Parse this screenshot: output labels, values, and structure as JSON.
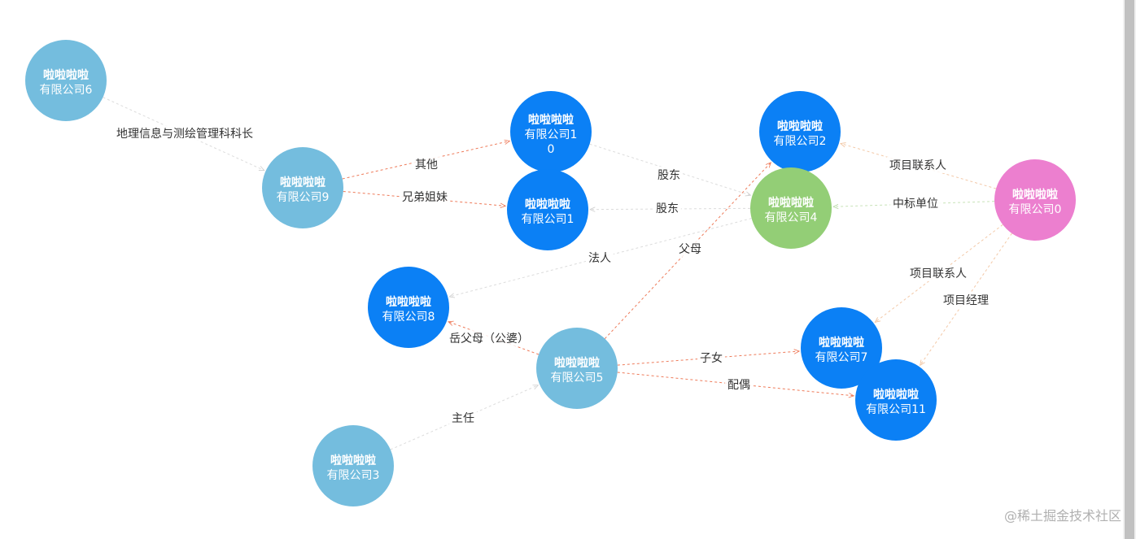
{
  "colors": {
    "node_light": "#74bdde",
    "node_blue": "#0b80f5",
    "node_green": "#93ce76",
    "node_pink": "#ec7fcf",
    "edge_red": "#ee7b5a",
    "edge_pale": "#dcdcdc",
    "edge_green": "#c8e3b8",
    "edge_pink": "#f3c9a8"
  },
  "nodes": [
    {
      "id": "n6",
      "line1": "啦啦啦啦",
      "line2": "有限公司6",
      "line3": "",
      "color": "node_light"
    },
    {
      "id": "n9",
      "line1": "啦啦啦啦",
      "line2": "有限公司9",
      "line3": "",
      "color": "node_light"
    },
    {
      "id": "n10",
      "line1": "啦啦啦啦",
      "line2": "有限公司1",
      "line3": "0",
      "color": "node_blue"
    },
    {
      "id": "n1",
      "line1": "啦啦啦啦",
      "line2": "有限公司1",
      "line3": "",
      "color": "node_blue"
    },
    {
      "id": "n2",
      "line1": "啦啦啦啦",
      "line2": "有限公司2",
      "line3": "",
      "color": "node_blue"
    },
    {
      "id": "n4",
      "line1": "啦啦啦啦",
      "line2": "有限公司4",
      "line3": "",
      "color": "node_green"
    },
    {
      "id": "n0",
      "line1": "啦啦啦啦",
      "line2": "有限公司0",
      "line3": "",
      "color": "node_pink"
    },
    {
      "id": "n8",
      "line1": "啦啦啦啦",
      "line2": "有限公司8",
      "line3": "",
      "color": "node_blue"
    },
    {
      "id": "n5",
      "line1": "啦啦啦啦",
      "line2": "有限公司5",
      "line3": "",
      "color": "node_light"
    },
    {
      "id": "n7",
      "line1": "啦啦啦啦",
      "line2": "有限公司7",
      "line3": "",
      "color": "node_blue"
    },
    {
      "id": "n11",
      "line1": "啦啦啦啦",
      "line2": "有限公司11",
      "line3": "",
      "color": "node_blue"
    },
    {
      "id": "n3",
      "line1": "啦啦啦啦",
      "line2": "有限公司3",
      "line3": "",
      "color": "node_light"
    }
  ],
  "edges": [
    {
      "from": "n6",
      "to": "n9",
      "label": "地理信息与测绘管理科科长",
      "color": "edge_pale"
    },
    {
      "from": "n9",
      "to": "n10",
      "label": "其他",
      "color": "edge_red"
    },
    {
      "from": "n9",
      "to": "n1",
      "label": "兄弟姐妹",
      "color": "edge_red"
    },
    {
      "from": "n10",
      "to": "n4",
      "label": "股东",
      "color": "edge_pale"
    },
    {
      "from": "n4",
      "to": "n1",
      "label": "股东",
      "color": "edge_pale"
    },
    {
      "from": "n0",
      "to": "n2",
      "label": "项目联系人",
      "color": "edge_pink"
    },
    {
      "from": "n0",
      "to": "n4",
      "label": "中标单位",
      "color": "edge_green"
    },
    {
      "from": "n4",
      "to": "n8",
      "label": "法人",
      "color": "edge_pale"
    },
    {
      "from": "n5",
      "to": "n2",
      "label": "父母",
      "color": "edge_red"
    },
    {
      "from": "n0",
      "to": "n7",
      "label": "项目联系人",
      "color": "edge_pink"
    },
    {
      "from": "n0",
      "to": "n11",
      "label": "项目经理",
      "color": "edge_pink"
    },
    {
      "from": "n5",
      "to": "n8",
      "label": "岳父母（公婆）",
      "color": "edge_red"
    },
    {
      "from": "n5",
      "to": "n7",
      "label": "子女",
      "color": "edge_red"
    },
    {
      "from": "n5",
      "to": "n11",
      "label": "配偶",
      "color": "edge_red"
    },
    {
      "from": "n3",
      "to": "n5",
      "label": "主任",
      "color": "edge_pale"
    }
  ],
  "watermark": "@稀土掘金技术社区"
}
